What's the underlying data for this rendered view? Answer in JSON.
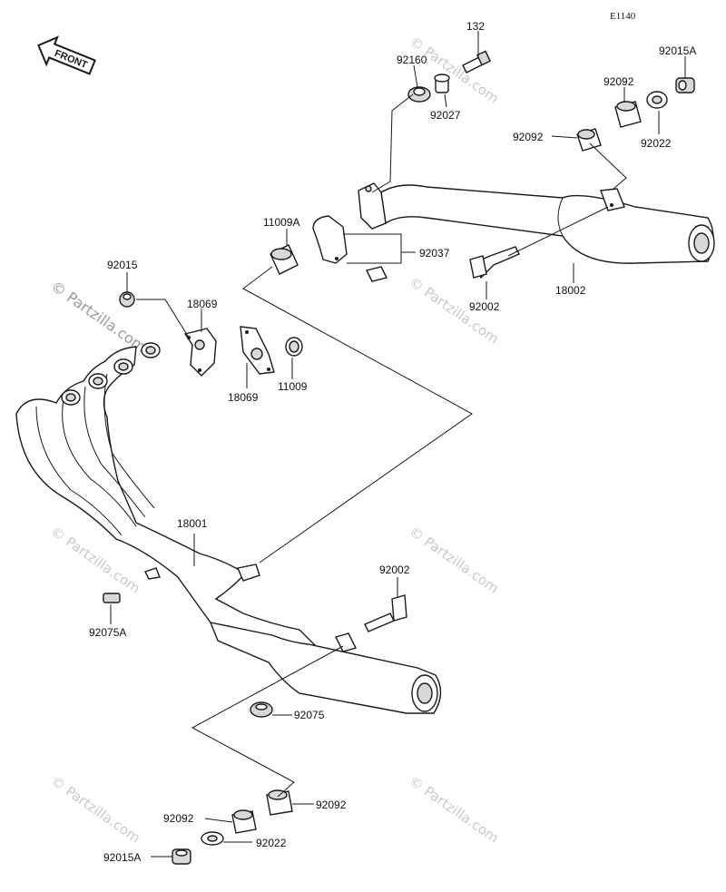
{
  "figure_ref": "E1140",
  "front_label": "FRONT",
  "watermark_text": "© Partzilla.com",
  "watermark_big_text": "© Partzilla.com",
  "callouts": [
    {
      "key": "c132",
      "label": "132"
    },
    {
      "key": "c92160",
      "label": "92160"
    },
    {
      "key": "c92027",
      "label": "92027"
    },
    {
      "key": "c92015A_top",
      "label": "92015A"
    },
    {
      "key": "c92092_top_a",
      "label": "92092"
    },
    {
      "key": "c92092_top_b",
      "label": "92092"
    },
    {
      "key": "c92022_top",
      "label": "92022"
    },
    {
      "key": "c11009A",
      "label": "11009A"
    },
    {
      "key": "c92037",
      "label": "92037"
    },
    {
      "key": "c92015",
      "label": "92015"
    },
    {
      "key": "c18069_a",
      "label": "18069"
    },
    {
      "key": "c18069_b",
      "label": "18069"
    },
    {
      "key": "c11009",
      "label": "11009"
    },
    {
      "key": "c92002_top",
      "label": "92002"
    },
    {
      "key": "c18002",
      "label": "18002"
    },
    {
      "key": "c18001",
      "label": "18001"
    },
    {
      "key": "c92002_bot",
      "label": "92002"
    },
    {
      "key": "c92075A",
      "label": "92075A"
    },
    {
      "key": "c92075",
      "label": "92075"
    },
    {
      "key": "c92092_bot_a",
      "label": "92092"
    },
    {
      "key": "c92092_bot_b",
      "label": "92092"
    },
    {
      "key": "c92022_bot",
      "label": "92022"
    },
    {
      "key": "c92015A_bot",
      "label": "92015A"
    }
  ]
}
